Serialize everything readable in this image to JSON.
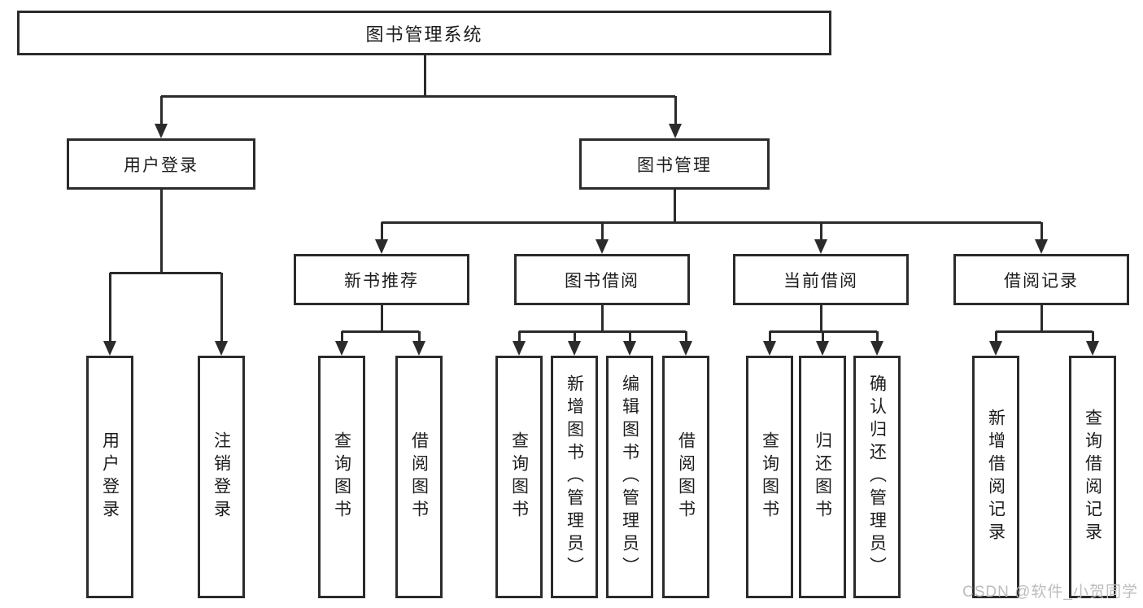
{
  "page": {
    "background": "#ffffff"
  },
  "colors": {
    "line": "#2b2b2b",
    "text": "#1c1c1c",
    "watermark": "#bdbdbd"
  },
  "nodes": {
    "root": {
      "label": "图书管理系统"
    },
    "level2": [
      {
        "label": "用户登录"
      },
      {
        "label": "图书管理"
      }
    ],
    "level3": [
      {
        "label": "新书推荐",
        "parent": "图书管理"
      },
      {
        "label": "图书借阅",
        "parent": "图书管理"
      },
      {
        "label": "当前借阅",
        "parent": "图书管理"
      },
      {
        "label": "借阅记录",
        "parent": "图书管理"
      }
    ],
    "leaves": [
      {
        "label": "用户登录",
        "parent": "用户登录"
      },
      {
        "label": "注销登录",
        "parent": "用户登录"
      },
      {
        "label": "查询图书",
        "parent": "新书推荐"
      },
      {
        "label": "借阅图书",
        "parent": "新书推荐"
      },
      {
        "label": "查询图书",
        "parent": "图书借阅"
      },
      {
        "label": "新增图书（管理员）",
        "parent": "图书借阅"
      },
      {
        "label": "编辑图书（管理员）",
        "parent": "图书借阅"
      },
      {
        "label": "借阅图书",
        "parent": "图书借阅"
      },
      {
        "label": "查询图书",
        "parent": "当前借阅"
      },
      {
        "label": "归还图书",
        "parent": "当前借阅"
      },
      {
        "label": "确认归还（管理员）",
        "parent": "当前借阅"
      },
      {
        "label": "新增借阅记录",
        "parent": "借阅记录"
      },
      {
        "label": "查询借阅记录",
        "parent": "借阅记录"
      }
    ]
  },
  "watermark": "CSDN @软件_小贺同学"
}
